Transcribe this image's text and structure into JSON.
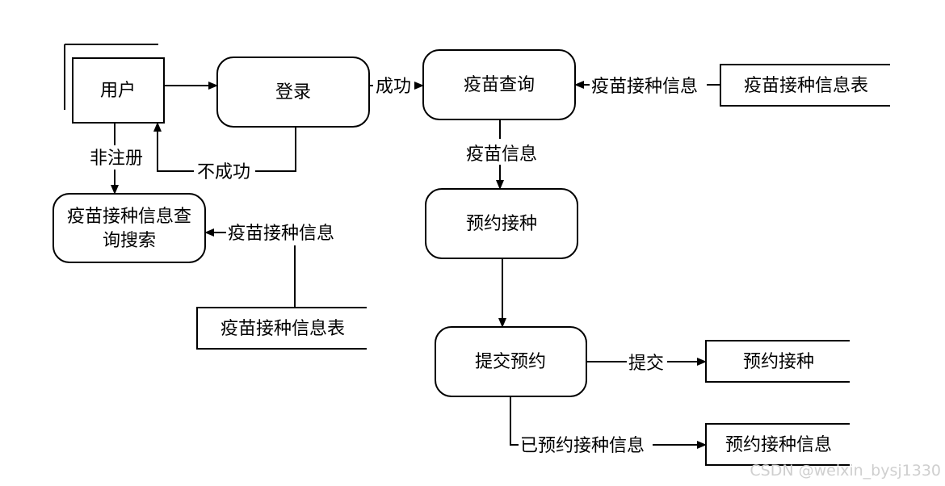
{
  "nodes": {
    "user": "用户",
    "login": "登录",
    "vaccine_query": "疫苗查询",
    "vaccine_info_search_line1": "疫苗接种信息查",
    "vaccine_info_search_line2": "询搜索",
    "reserve": "预约接种",
    "submit_reservation": "提交预约"
  },
  "stores": {
    "vaccine_info_table_top": "疫苗接种信息表",
    "vaccine_info_table_bottom": "疫苗接种信息表",
    "reservation_store": "预约接种",
    "reservation_info_store": "预约接种信息"
  },
  "flows": {
    "success": "成功",
    "fail": "不成功",
    "unregistered": "非注册",
    "vaccine_info_in_top": "疫苗接种信息",
    "vaccine_info_in_bottom": "疫苗接种信息",
    "vaccine_info": "疫苗信息",
    "submit": "提交",
    "reserved_info": "已预约接种信息"
  },
  "watermark": "CSDN @weixin_bysj1330"
}
